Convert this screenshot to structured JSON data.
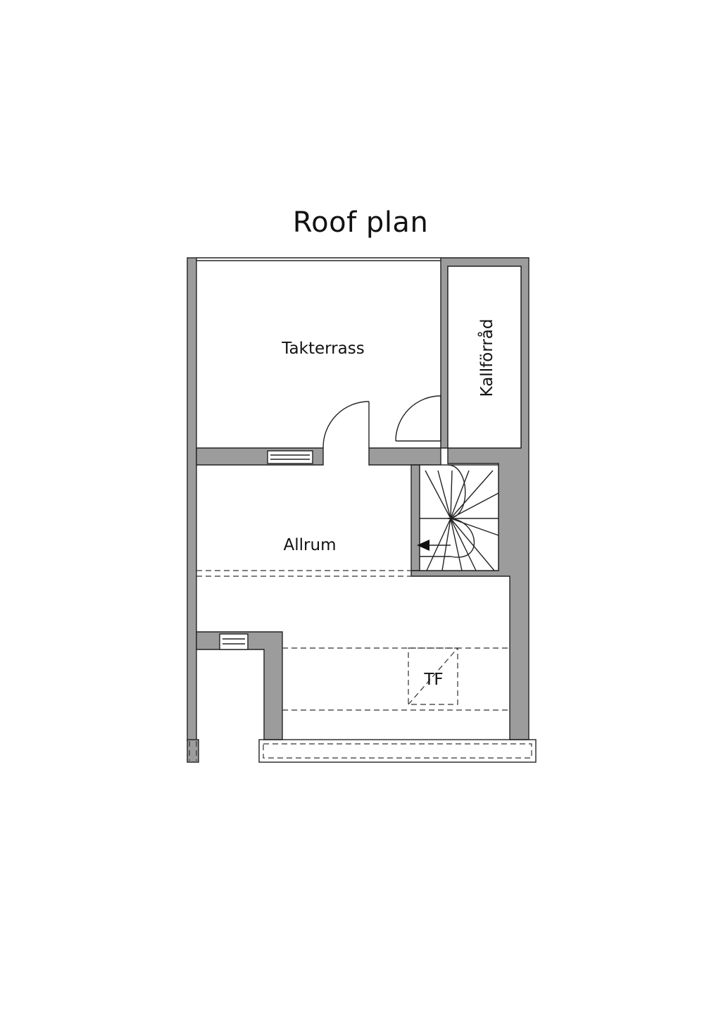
{
  "title": "Roof plan",
  "rooms": {
    "takterrass": "Takterrass",
    "kallforrad": "Kallförråd",
    "allrum": "Allrum",
    "tf": "TF"
  },
  "colors": {
    "wall": "#9c9c9c",
    "line": "#222222",
    "background": "#ffffff"
  }
}
